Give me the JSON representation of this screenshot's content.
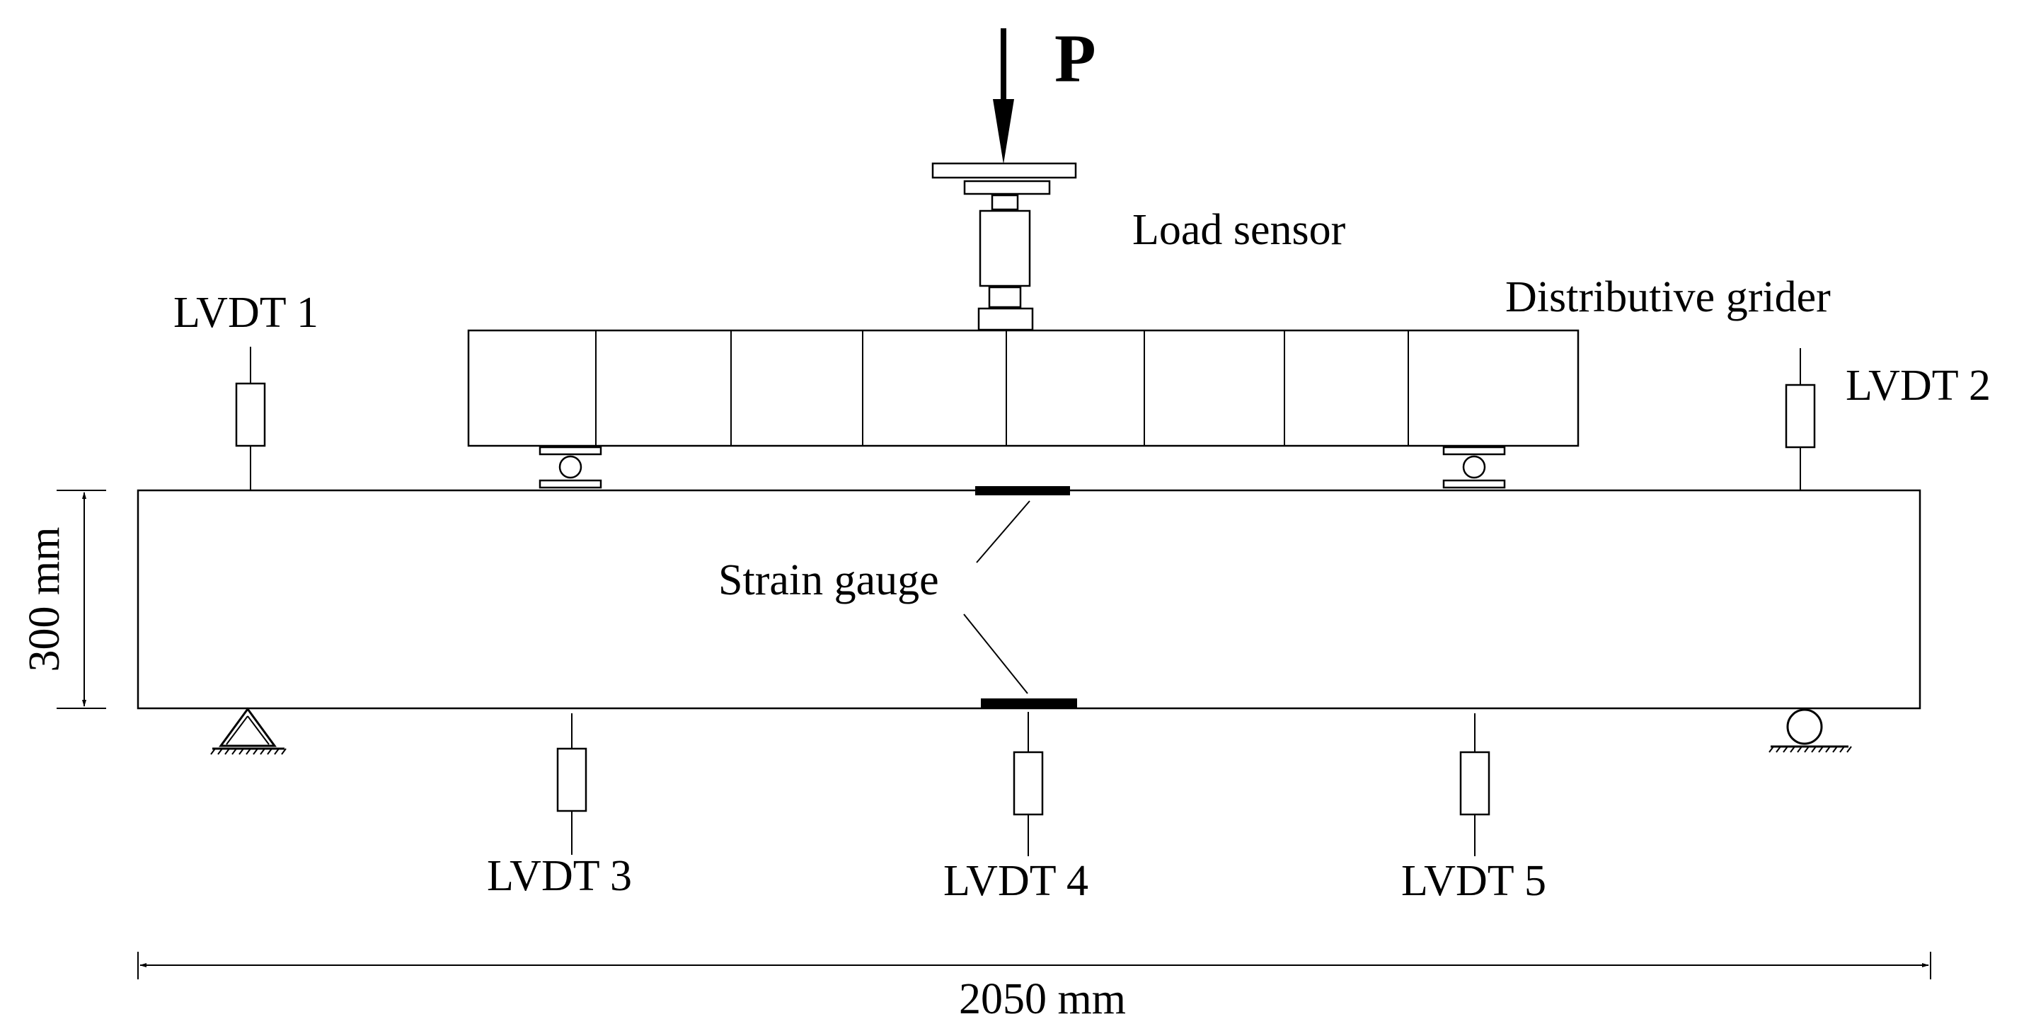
{
  "labels": {
    "load": "P",
    "load_sensor": "Load sensor",
    "distributive_girder": "Distributive grider",
    "strain_gauge": "Strain gauge",
    "lvdt1": "LVDT 1",
    "lvdt2": "LVDT 2",
    "lvdt3": "LVDT 3",
    "lvdt4": "LVDT 4",
    "lvdt5": "LVDT 5",
    "height_dim": "300 mm",
    "span_dim": "2050 mm"
  },
  "colors": {
    "line": "#000000",
    "background": "#ffffff"
  }
}
